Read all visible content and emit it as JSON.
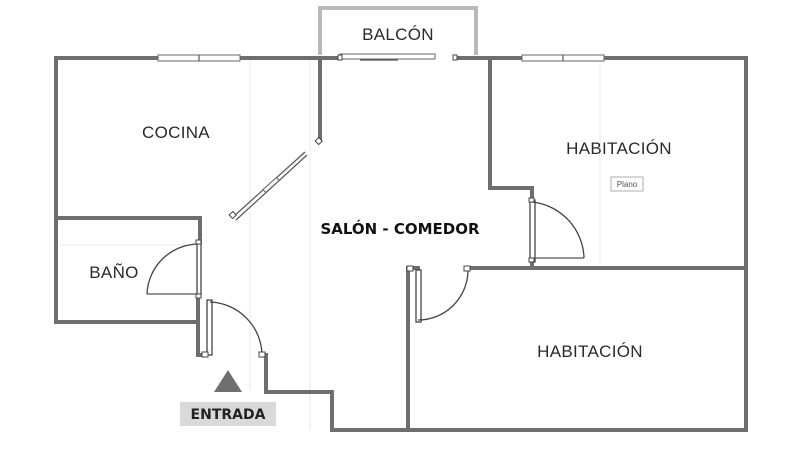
{
  "rooms": {
    "balcony": "BALCÓN",
    "kitchen": "COCINA",
    "bathroom": "BAÑO",
    "living": "SALÓN - COMEDOR",
    "bedroom_1": "HABITACIÓN",
    "bedroom_2": "HABITACIÓN"
  },
  "entrance_label": "ENTRADA",
  "plan_tag": "Plano",
  "colors": {
    "wall": "#6e6e6e",
    "balcony_wall": "#b9b9b9",
    "entrance_marker": "#6f6f6f",
    "entrance_label_bg": "#d9d9d9"
  }
}
